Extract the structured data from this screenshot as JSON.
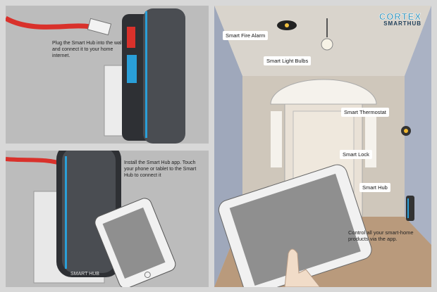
{
  "panel1": {
    "caption": "Plug the Smart Hub into the wall and connect it to your home internet."
  },
  "panel2": {
    "caption": "Install the Smart Hub app. Touch your phone or tablet to the Smart Hub to connect it",
    "hub_text": "SMART HUB"
  },
  "panel3": {
    "brand_top": "CORTEX",
    "brand_sub": "SMARTHUB",
    "labels": {
      "fire_alarm": "Smart Fire Alarm",
      "light_bulbs": "Smart Light Bulbs",
      "thermostat": "Smart Thermostat",
      "lock": "Smart Lock",
      "hub": "Smart Hub"
    },
    "caption": "Control all your smart-home products via the app."
  },
  "colors": {
    "hub_body": "#3d4045",
    "hub_accent": "#2a9fd8",
    "cable": "#d9312b",
    "room_wall": "#c7ccd6"
  }
}
